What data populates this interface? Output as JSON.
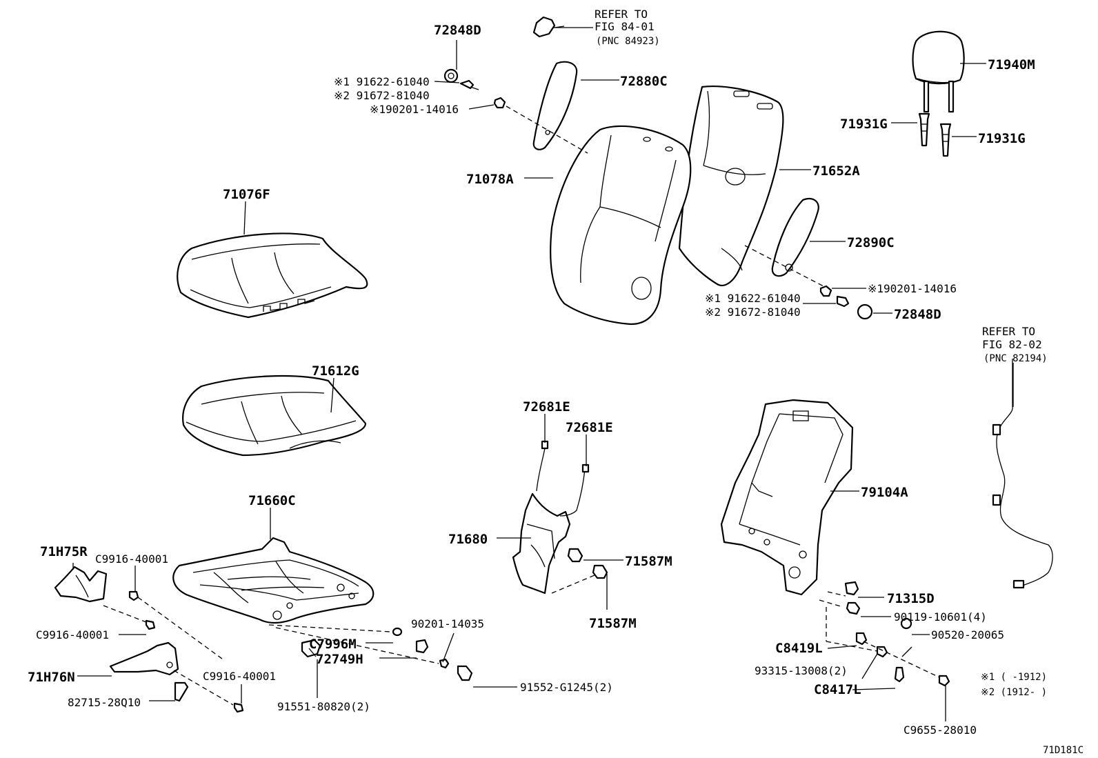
{
  "parts": {
    "p72848D_top": "72848D",
    "refer_fig84_l1": "REFER TO",
    "refer_fig84_l2": "FIG 84-01",
    "refer_fig84_l3": "(PNC 84923)",
    "bolt1_top": "※1 91622-61040",
    "bolt2_top": "※2 91672-81040",
    "nut_top": "※190201-14016",
    "p72880C": "72880C",
    "p71940M": "71940M",
    "p71931G_left": "71931G",
    "p71931G_right": "71931G",
    "p71652A": "71652A",
    "p71076F": "71076F",
    "p71078A": "71078A",
    "p72890C": "72890C",
    "nut_right": "※190201-14016",
    "bolt1_right": "※1 91622-61040",
    "bolt2_right": "※2 91672-81040",
    "p72848D_right": "72848D",
    "refer_fig82_l1": "REFER TO",
    "refer_fig82_l2": "FIG 82-02",
    "refer_fig82_l3": "(PNC 82194)",
    "p71612G": "71612G",
    "p72681E_left": "72681E",
    "p72681E_right": "72681E",
    "p71660C": "71660C",
    "p79104A": "79104A",
    "p71H75R": "71H75R",
    "pC9916_top": "C9916-40001",
    "p71680": "71680",
    "p71587M_top": "71587M",
    "p71587M_bottom": "71587M",
    "p71315D": "71315D",
    "p90119": "90119-10601(4)",
    "p90201_14035": "90201-14035",
    "pC9916_mid": "C9916-40001",
    "pC7996M": "C7996M",
    "p90520": "90520-20065",
    "pC8419L": "C8419L",
    "p72749H": "72749H",
    "p71H76N": "71H76N",
    "pC9916_bottom": "C9916-40001",
    "p93315": "93315-13008(2)",
    "p91552": "91552-G1245(2)",
    "pC8417L": "C8417L",
    "p82715": "82715-28Q10",
    "p91551": "91551-80820(2)",
    "pC9655": "C9655-28010"
  },
  "notes": {
    "note1": "※1 (    -1912)",
    "note2": "※2 (1912-    )"
  },
  "figure_id": "71D181C"
}
